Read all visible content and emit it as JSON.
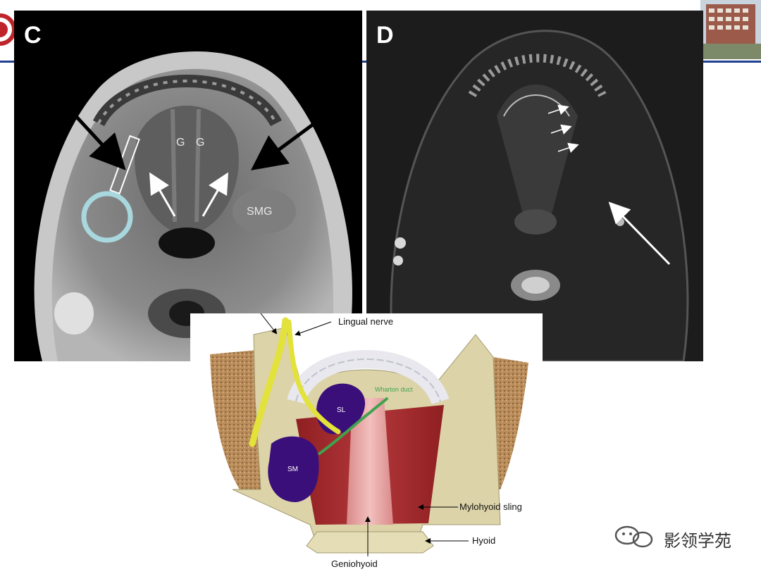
{
  "panels": {
    "c": {
      "label": "C",
      "texts": {
        "g1": "G",
        "g2": "G",
        "smg": "SMG"
      }
    },
    "d": {
      "label": "D"
    }
  },
  "diagram": {
    "labels": {
      "lingual_nerve": "Lingual nerve",
      "wharton_duct": "Wharton duct",
      "sl": "SL",
      "sm": "SM",
      "mylohyoid_sling": "Mylohyoid sling",
      "hyoid": "Hyoid",
      "geniohyoid": "Geniohyoid"
    }
  },
  "watermark": {
    "text": "影领学苑",
    "icon": "wechat-icon"
  },
  "colors": {
    "accent_blue": "#1f3f8f",
    "circle": "#a8d8de",
    "nerve": "#e3e23a",
    "gland": "#3b0f7a",
    "muscle": "#a8282a",
    "duct": "#3fa34d"
  }
}
